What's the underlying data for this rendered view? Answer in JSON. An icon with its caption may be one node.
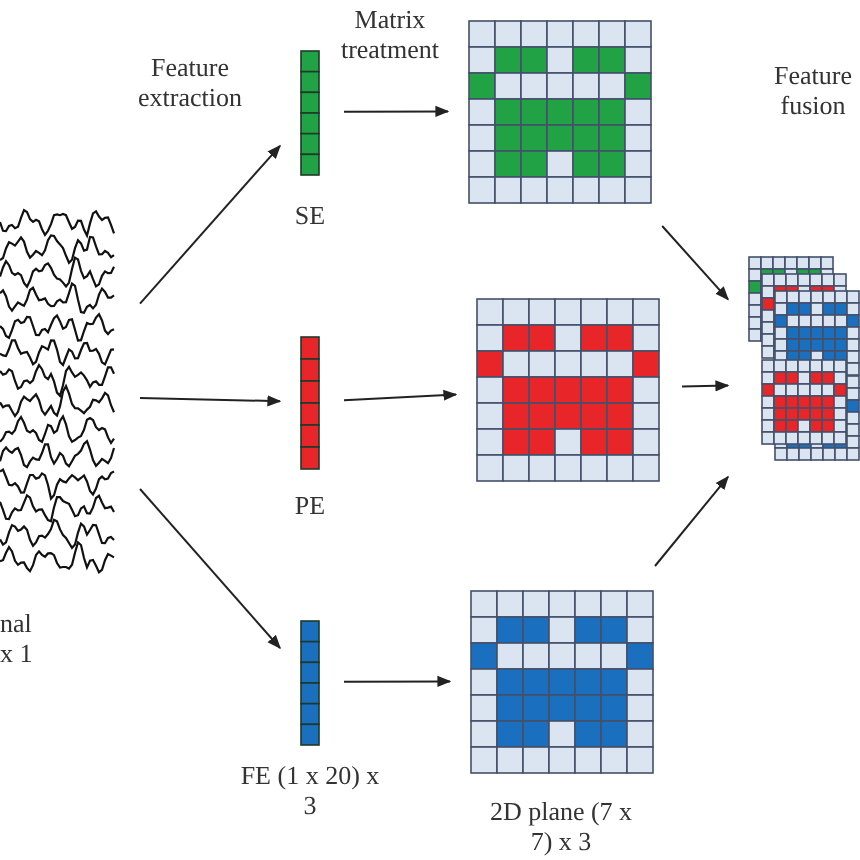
{
  "diagram": {
    "nodes": [
      {
        "text": [],
        "shape": "picture",
        "beside": [
          "nal x 1"
        ]
      },
      {
        "text": [],
        "shape": "bar",
        "beside": [
          "SE"
        ]
      },
      {
        "text": [],
        "shape": "bar",
        "beside": [
          "PE"
        ]
      },
      {
        "text": [],
        "shape": "bar",
        "beside": [
          "FE (1 x 20) x 3"
        ]
      },
      {
        "text": [],
        "shape": "box"
      },
      {
        "text": [],
        "shape": "box"
      },
      {
        "text": [],
        "shape": "box",
        "beside": [
          "2D plane (7 x 7) x 3"
        ]
      },
      {
        "text": [],
        "shape": "box"
      }
    ],
    "edges": [
      {
        "from": 0,
        "to": 1,
        "arrow": "to"
      },
      {
        "from": 0,
        "to": 2,
        "arrow": "to"
      },
      {
        "from": 0,
        "to": 3,
        "arrow": "to"
      },
      {
        "from": 1,
        "to": 4,
        "arrow": "to"
      },
      {
        "from": 2,
        "to": 5,
        "arrow": "to"
      },
      {
        "from": 3,
        "to": 6,
        "arrow": "to"
      },
      {
        "from": 4,
        "to": 7,
        "arrow": "to"
      },
      {
        "from": 5,
        "to": 7,
        "arrow": "to"
      },
      {
        "from": 6,
        "to": 7,
        "arrow": "to"
      }
    ],
    "labels": [
      "Feature extraction",
      "Matrix treatment",
      "Feature fusion"
    ]
  }
}
